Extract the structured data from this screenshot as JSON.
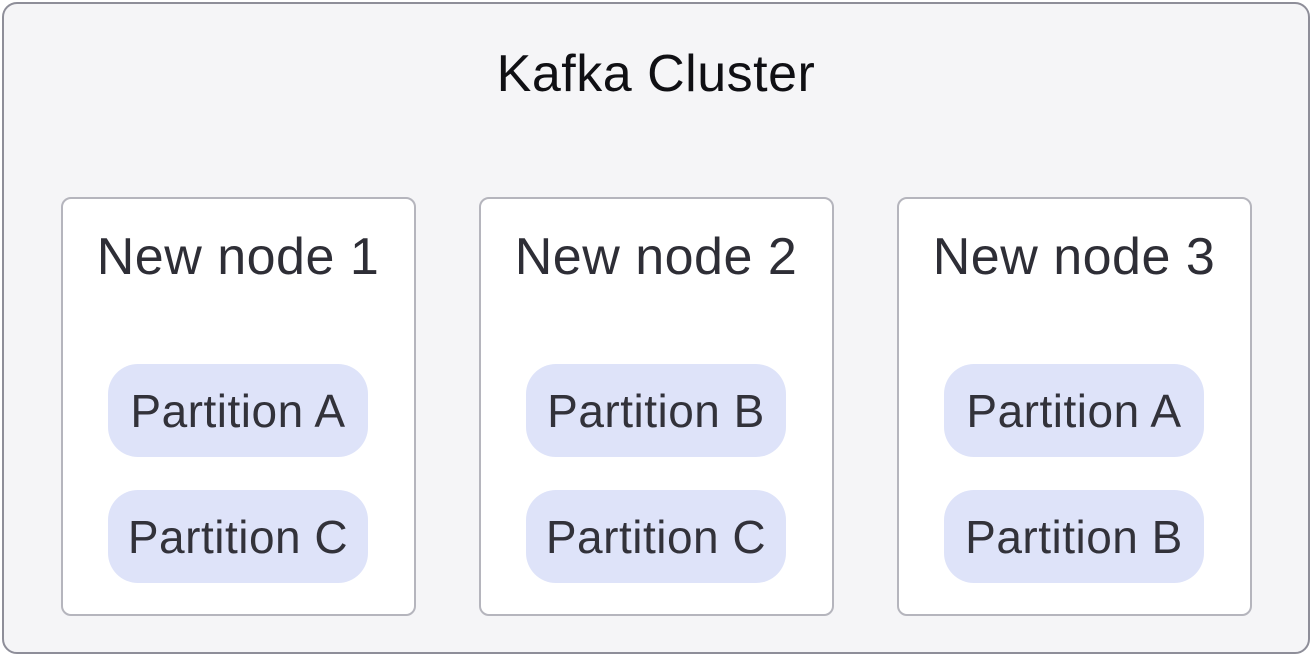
{
  "diagram": {
    "title": "Kafka Cluster",
    "nodes": [
      {
        "label": "New node 1",
        "partitions": [
          "Partition A",
          "Partition C"
        ]
      },
      {
        "label": "New node 2",
        "partitions": [
          "Partition B",
          "Partition C"
        ]
      },
      {
        "label": "New node 3",
        "partitions": [
          "Partition A",
          "Partition B"
        ]
      }
    ],
    "colors": {
      "background": "#f5f5f7",
      "outer_border": "#8e8e99",
      "title_text": "#101014",
      "card_background": "#ffffff",
      "card_border": "#b5b5bd",
      "node_title_text": "#2e2e36",
      "partition_background": "#dee3f9",
      "partition_text": "#32323a"
    }
  }
}
